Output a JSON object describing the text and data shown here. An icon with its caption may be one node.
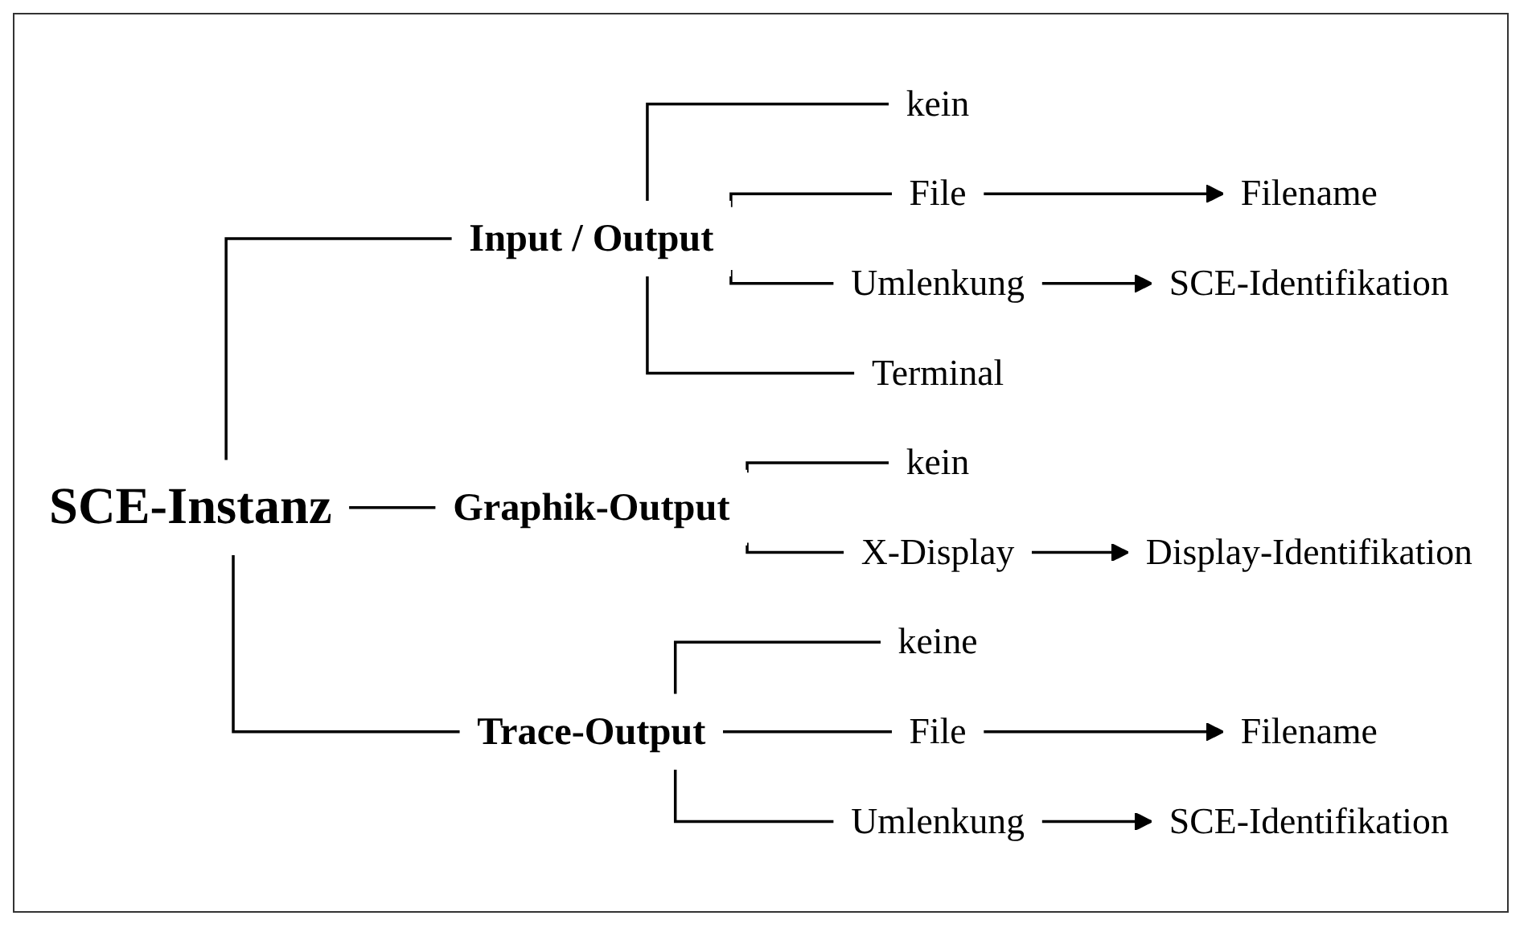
{
  "diagram": {
    "nodes": [
      {
        "text": [
          "SCE-Instanz"
        ]
      },
      {
        "text": [
          "Input / Output"
        ]
      },
      {
        "text": [
          "kein"
        ]
      },
      {
        "text": [
          "File"
        ]
      },
      {
        "text": [
          "Filename"
        ]
      },
      {
        "text": [
          "Umlenkung"
        ]
      },
      {
        "text": [
          "SCE-Identifikation"
        ]
      },
      {
        "text": [
          "Terminal"
        ]
      },
      {
        "text": [
          "Graphik-Output"
        ]
      },
      {
        "text": [
          "kein"
        ]
      },
      {
        "text": [
          "X-Display"
        ]
      },
      {
        "text": [
          "Display-Identifikation"
        ]
      },
      {
        "text": [
          "Trace-Output"
        ]
      },
      {
        "text": [
          "keine"
        ]
      },
      {
        "text": [
          "File"
        ]
      },
      {
        "text": [
          "Filename"
        ]
      },
      {
        "text": [
          "Umlenkung"
        ]
      },
      {
        "text": [
          "SCE-Identifikation"
        ]
      }
    ],
    "edges": [
      {
        "from": 0,
        "to": 1,
        "arrow": "none"
      },
      {
        "from": 0,
        "to": 8,
        "arrow": "none"
      },
      {
        "from": 0,
        "to": 12,
        "arrow": "none"
      },
      {
        "from": 1,
        "to": 2,
        "arrow": "none"
      },
      {
        "from": 1,
        "to": 3,
        "arrow": "none"
      },
      {
        "from": 1,
        "to": 5,
        "arrow": "none"
      },
      {
        "from": 1,
        "to": 7,
        "arrow": "none"
      },
      {
        "from": 3,
        "to": 4,
        "arrow": "to"
      },
      {
        "from": 5,
        "to": 6,
        "arrow": "to"
      },
      {
        "from": 8,
        "to": 9,
        "arrow": "none"
      },
      {
        "from": 8,
        "to": 10,
        "arrow": "none"
      },
      {
        "from": 10,
        "to": 11,
        "arrow": "to"
      },
      {
        "from": 12,
        "to": 13,
        "arrow": "none"
      },
      {
        "from": 12,
        "to": 14,
        "arrow": "none"
      },
      {
        "from": 12,
        "to": 16,
        "arrow": "none"
      },
      {
        "from": 14,
        "to": 15,
        "arrow": "to"
      },
      {
        "from": 16,
        "to": 17,
        "arrow": "to"
      }
    ]
  }
}
